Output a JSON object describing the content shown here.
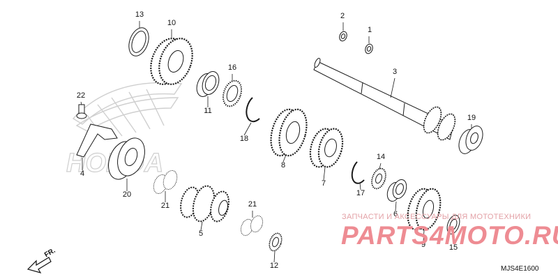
{
  "diagram": {
    "code": "MJS4E1600",
    "direction_label": "FR.",
    "watermark": {
      "subtitle": "ЗАПЧАСТИ И АКСЕССУАРЫ ДЛЯ МОТОТЕХНИКИ",
      "brand": "PARTS4MOTO.RU"
    },
    "background_logo": "HONDA",
    "colors": {
      "line": "#1a1a1a",
      "logo": "#d0d0d0",
      "watermark": "#ee8c93"
    },
    "callouts": [
      {
        "id": "1",
        "part": "washer"
      },
      {
        "id": "2",
        "part": "washer"
      },
      {
        "id": "3",
        "part": "countershaft"
      },
      {
        "id": "4",
        "part": "bearing-set-plate"
      },
      {
        "id": "5",
        "part": "gear"
      },
      {
        "id": "6",
        "part": "bushing"
      },
      {
        "id": "7",
        "part": "gear"
      },
      {
        "id": "8",
        "part": "gear"
      },
      {
        "id": "9",
        "part": "gear"
      },
      {
        "id": "10",
        "part": "gear"
      },
      {
        "id": "11",
        "part": "bushing"
      },
      {
        "id": "12",
        "part": "thrust-washer"
      },
      {
        "id": "13",
        "part": "thrust-washer"
      },
      {
        "id": "14",
        "part": "lock-washer"
      },
      {
        "id": "15",
        "part": "thrust-washer"
      },
      {
        "id": "16",
        "part": "lock-washer"
      },
      {
        "id": "17",
        "part": "snap-ring"
      },
      {
        "id": "18",
        "part": "snap-ring"
      },
      {
        "id": "19",
        "part": "bearing"
      },
      {
        "id": "20",
        "part": "bearing"
      },
      {
        "id": "21",
        "part": "needle-bearing"
      },
      {
        "id": "21",
        "part": "needle-bearing"
      },
      {
        "id": "22",
        "part": "bolt"
      }
    ]
  }
}
